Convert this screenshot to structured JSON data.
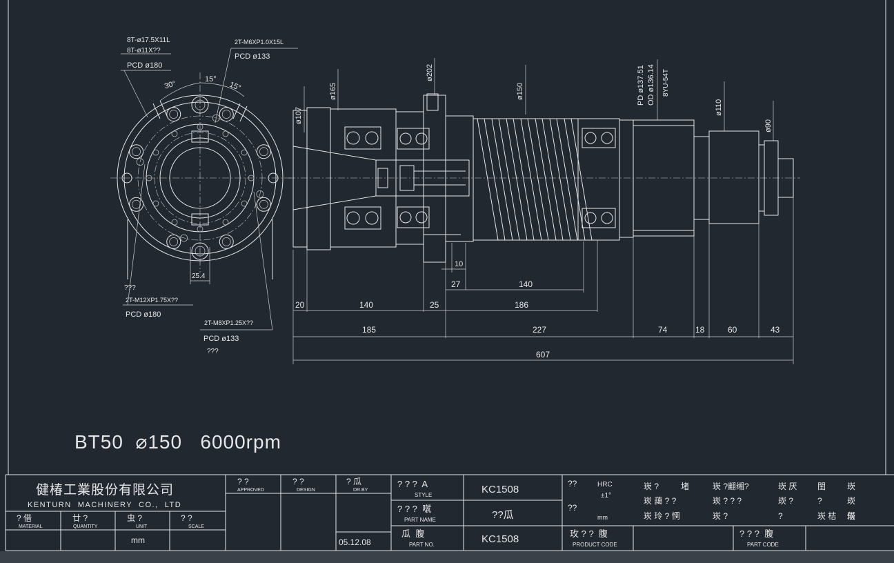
{
  "colors": {
    "background": "#212830",
    "lines": "#e6e6e6"
  },
  "drawing_title": "BT50  ⌀150   6000rpm",
  "front_view": {
    "callout_1": [
      "8T-ø17.5X11L",
      "8T-ø11X??",
      "PCD ø180"
    ],
    "callout_2": [
      "2T-M6XP1.0X15L",
      "PCD ø133"
    ],
    "angle_30": "30°",
    "angle_15a": "15°",
    "angle_15b": "15°",
    "dim_25_4": "25.4",
    "callout_3": [
      "???",
      "2T-M12XP1.75X??",
      "PCD ø180"
    ],
    "callout_4": [
      "2T-M8XP1.25X??",
      "PCD ø133",
      "???"
    ]
  },
  "side_view": {
    "dia_107": "ø107",
    "dia_165": "ø165",
    "dia_202": "ø202",
    "dia_150": "ø150",
    "pd": "PD ø137.51",
    "od": "OD ø136.14",
    "belt": "8YU-54T",
    "dia_110": "ø110",
    "dia_90": "ø90"
  },
  "dimensions": {
    "d10": "10",
    "d27": "27",
    "d140a": "140",
    "d20": "20",
    "d140b": "140",
    "d25": "25",
    "d186": "186",
    "d185": "185",
    "d227": "227",
    "d74": "74",
    "d18": "18",
    "d60": "60",
    "d43": "43",
    "d607": "607"
  },
  "title_block": {
    "company_cn": "健椿工業股份有限公司",
    "company_en": "KENTURN  MACHINERY  CO.,  LTD",
    "material_cn": "? 借",
    "material_en": "MATERIAL",
    "quantity_cn": "廿 ?",
    "quantity_en": "QUANTITY",
    "unit_cn": "虫 ?",
    "unit_en": "UNIT",
    "scale_cn": "? ?",
    "scale_en": "SCALE",
    "unit_value": "mm",
    "approved_cn": "? ?",
    "approved_en": "APPROVED",
    "design_cn": "? ?",
    "design_en": "DESIGN",
    "drby_cn": "? 瓜",
    "drby_en": "DR.BY",
    "date": "05.12.08",
    "style_cn": "? ? ?  A",
    "style_en": "STYLE",
    "style_value": "KC1508",
    "partname_cn": "? ? ?  噈",
    "partname_en": "PART NAME",
    "partname_value": "??瓜",
    "partno_cn": "瓜  腹",
    "partno_en": "PART NO.",
    "partno_value": "KC1508",
    "spec_q1": "??",
    "spec_hrc": "HRC",
    "spec_tol": "±1°",
    "spec_q2": "??",
    "spec_mm": "mm",
    "notes": [
      [
        "崁 ?",
        "堵",
        "崁 ?翽缃?",
        "崁 厌",
        "閨",
        "崁"
      ],
      [
        "崁 藹 ? ?",
        "",
        "崁 ? ? ?",
        "崁 ?",
        "?",
        "崁"
      ],
      [
        "崁 玲 ? 惘",
        "",
        "崁 ?",
        "?",
        "崁 桔",
        "借",
        "崁"
      ]
    ],
    "product_code_cn": "玫 ? ?  腹",
    "product_code_en": "PRODUCT CODE",
    "part_code_cn": "? ? ?  腹",
    "part_code_en": "PART CODE"
  }
}
